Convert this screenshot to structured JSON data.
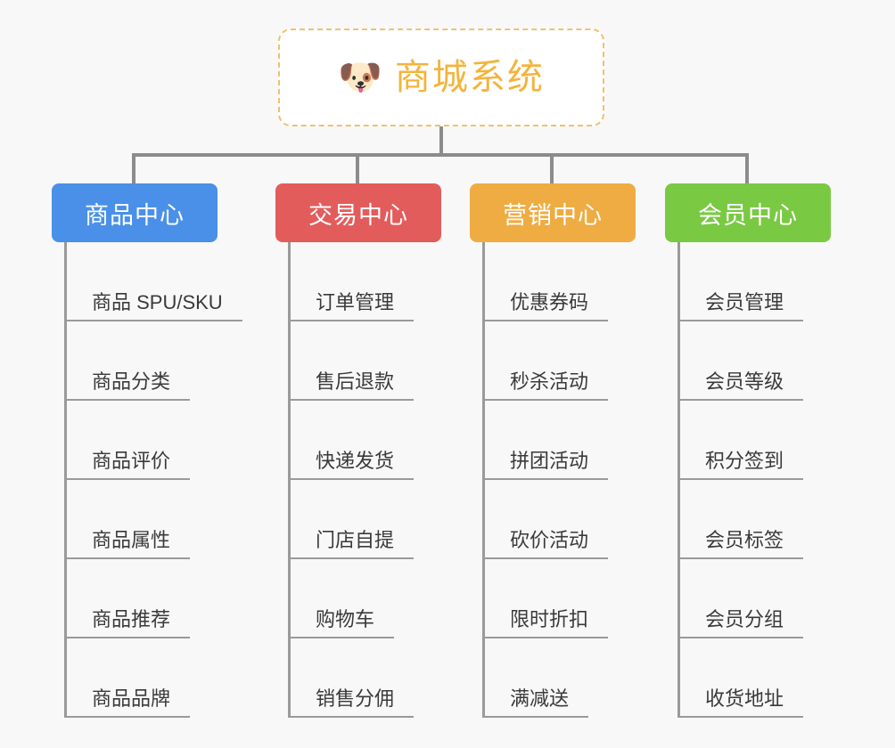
{
  "canvas": {
    "background": "#f8f8f8",
    "line_color": "#8c8c8c"
  },
  "root": {
    "icon": "shiba-dog-face-emoji",
    "emoji": "🐶",
    "title": "商城系统",
    "title_color": "#f3b43c",
    "border_color": "#f0c070",
    "border_style": "dashed"
  },
  "categories": [
    {
      "label": "商品中心",
      "color": "#4a90e8",
      "items": [
        "商品 SPU/SKU",
        "商品分类",
        "商品评价",
        "商品属性",
        "商品推荐",
        "商品品牌"
      ]
    },
    {
      "label": "交易中心",
      "color": "#e35c5c",
      "items": [
        "订单管理",
        "售后退款",
        "快递发货",
        "门店自提",
        "购物车",
        "销售分佣"
      ]
    },
    {
      "label": "营销中心",
      "color": "#eeac42",
      "items": [
        "优惠券码",
        "秒杀活动",
        "拼团活动",
        "砍价活动",
        "限时折扣",
        "满减送"
      ]
    },
    {
      "label": "会员中心",
      "color": "#7ac943",
      "items": [
        "会员管理",
        "会员等级",
        "积分签到",
        "会员标签",
        "会员分组",
        "收货地址"
      ]
    }
  ]
}
